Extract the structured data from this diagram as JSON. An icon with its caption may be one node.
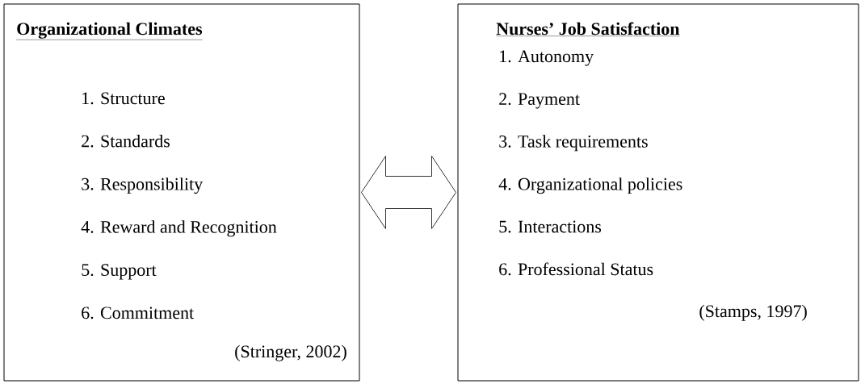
{
  "diagram": {
    "nodes": [
      {
        "text": [
          "Organizational Climates",
          "1. Structure",
          "2. Standards",
          "3. Responsibility",
          "4. Reward and Recognition",
          "5. Support",
          "6. Commitment",
          "(Stringer, 2002)"
        ]
      },
      {
        "text": [
          "Nurses’ Job Satisfaction",
          "1. Autonomy",
          "2. Payment",
          "3. Task requirements",
          "4. Organizational policies",
          "5. Interactions",
          "6. Professional Status",
          "(Stamps, 1997)"
        ]
      }
    ],
    "edges": [
      {
        "from": 0,
        "to": 1,
        "arrow": "both"
      }
    ]
  }
}
